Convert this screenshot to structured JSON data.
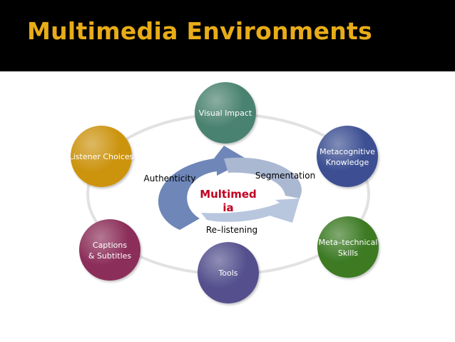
{
  "title": "Multimedia Environments",
  "center": {
    "lines": [
      "Multimed",
      "ia"
    ],
    "color": "#c00020"
  },
  "nodes": [
    {
      "id": "visual-impact",
      "lines": [
        "Visual Impact"
      ],
      "color": "#4a8270"
    },
    {
      "id": "metacognitive-knowledge",
      "lines": [
        "Metacognitive",
        "Knowledge"
      ],
      "color": "#3c4f92"
    },
    {
      "id": "meta-technical-skills",
      "lines": [
        "Meta–technical",
        "Skills"
      ],
      "color": "#3c7a24"
    },
    {
      "id": "tools",
      "lines": [
        "Tools"
      ],
      "color": "#54508e"
    },
    {
      "id": "captions-subtitles",
      "lines": [
        "Captions",
        "& Subtitles"
      ],
      "color": "#8c2f5a"
    },
    {
      "id": "listener-choices",
      "lines": [
        "Listener Choices"
      ],
      "color": "#cc9410"
    }
  ],
  "cycle_labels": {
    "authenticity": "Authenticity",
    "segmentation": "Segmentation",
    "relistening": "Re–listening"
  }
}
